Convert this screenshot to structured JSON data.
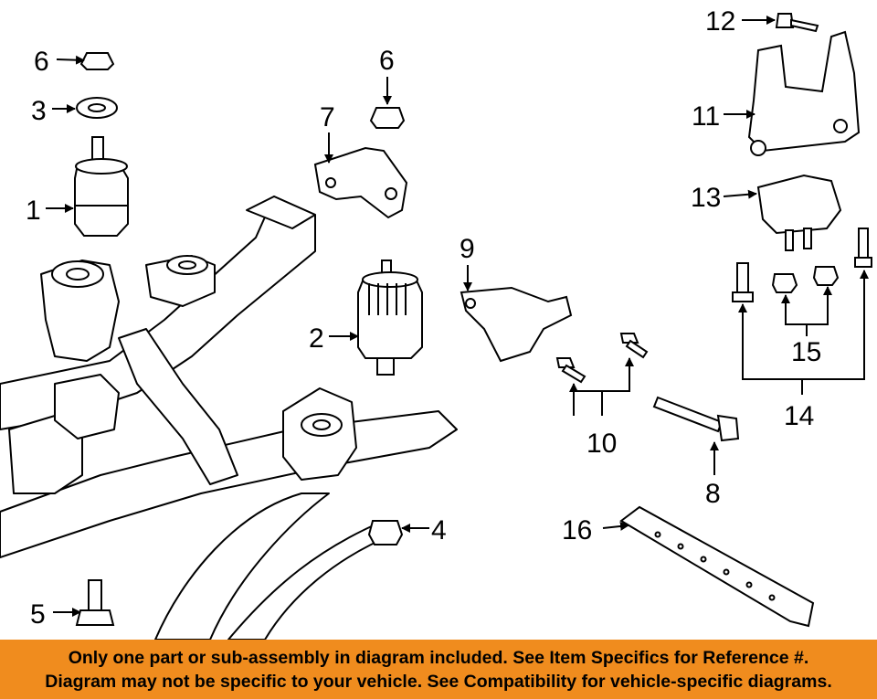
{
  "diagram": {
    "callouts": [
      {
        "id": "c1",
        "label": "1"
      },
      {
        "id": "c2",
        "label": "2"
      },
      {
        "id": "c3",
        "label": "3"
      },
      {
        "id": "c4",
        "label": "4"
      },
      {
        "id": "c5",
        "label": "5"
      },
      {
        "id": "c6a",
        "label": "6"
      },
      {
        "id": "c6b",
        "label": "6"
      },
      {
        "id": "c7",
        "label": "7"
      },
      {
        "id": "c8",
        "label": "8"
      },
      {
        "id": "c9",
        "label": "9"
      },
      {
        "id": "c10",
        "label": "10"
      },
      {
        "id": "c11",
        "label": "11"
      },
      {
        "id": "c12",
        "label": "12"
      },
      {
        "id": "c13",
        "label": "13"
      },
      {
        "id": "c14",
        "label": "14"
      },
      {
        "id": "c15",
        "label": "15"
      },
      {
        "id": "c16",
        "label": "16"
      }
    ]
  },
  "banner": {
    "line1": "Only one part or sub-assembly in diagram included. See Item Specifics for Reference #.",
    "line2": "Diagram may not be specific to your vehicle. See Compatibility for vehicle-specific diagrams."
  },
  "colors": {
    "banner_background": "#f08c1e",
    "line_art": "#000000"
  }
}
